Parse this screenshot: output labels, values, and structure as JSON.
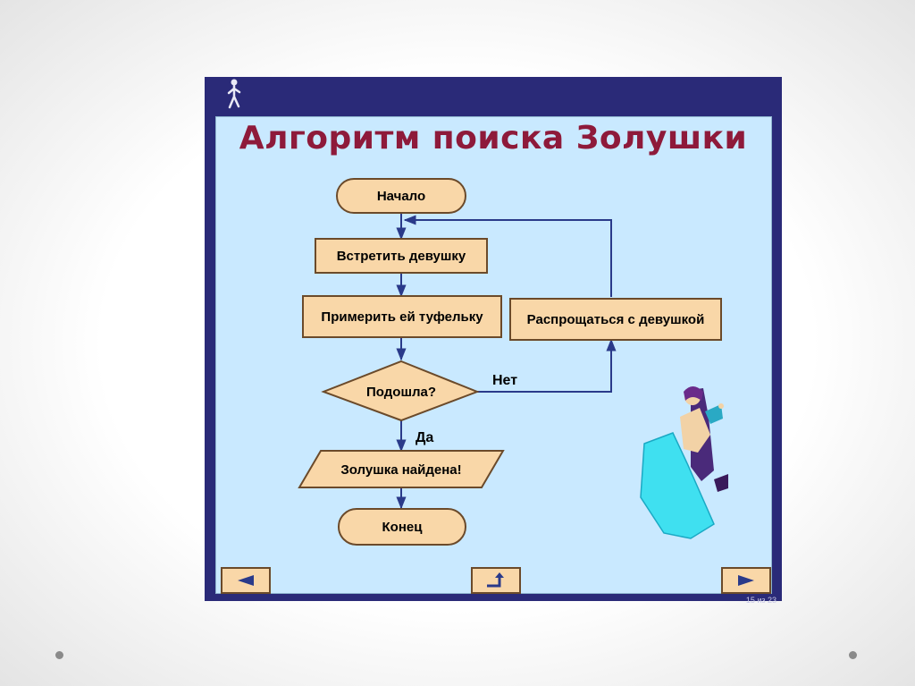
{
  "slide": {
    "title": "Алгоритм поиска Золушки",
    "page_counter": "15 из 23"
  },
  "flowchart": {
    "nodes": [
      {
        "id": "start",
        "shape": "terminator",
        "label": "Начало"
      },
      {
        "id": "meet",
        "shape": "process",
        "label": "Встретить девушку"
      },
      {
        "id": "try",
        "shape": "process",
        "label": "Примерить ей туфельку"
      },
      {
        "id": "fits",
        "shape": "decision",
        "label": "Подошла?"
      },
      {
        "id": "found",
        "shape": "io",
        "label": "Золушка найдена!"
      },
      {
        "id": "end",
        "shape": "terminator",
        "label": "Конец"
      },
      {
        "id": "bye",
        "shape": "process",
        "label": "Распрощаться с девушкой"
      }
    ],
    "edges": [
      {
        "from": "start",
        "to": "meet",
        "label": ""
      },
      {
        "from": "meet",
        "to": "try",
        "label": ""
      },
      {
        "from": "try",
        "to": "fits",
        "label": ""
      },
      {
        "from": "fits",
        "to": "found",
        "label": "Да"
      },
      {
        "from": "found",
        "to": "end",
        "label": ""
      },
      {
        "from": "fits",
        "to": "bye",
        "label": "Нет"
      },
      {
        "from": "bye",
        "to": "meet",
        "label": ""
      }
    ]
  },
  "colors": {
    "frame": "#2a2a78",
    "panel": "#c9e9ff",
    "title": "#8e1a3a",
    "node_fill": "#f9d7a8",
    "node_stroke": "#6b4a2a",
    "connector": "#2a3a8a"
  },
  "navigation": {
    "prev_icon": "triangle-left-icon",
    "return_icon": "return-arrow-icon",
    "next_icon": "triangle-right-icon"
  },
  "illustration": {
    "walker_icon": "walking-person-icon",
    "figure": "cinderella-illustration"
  }
}
